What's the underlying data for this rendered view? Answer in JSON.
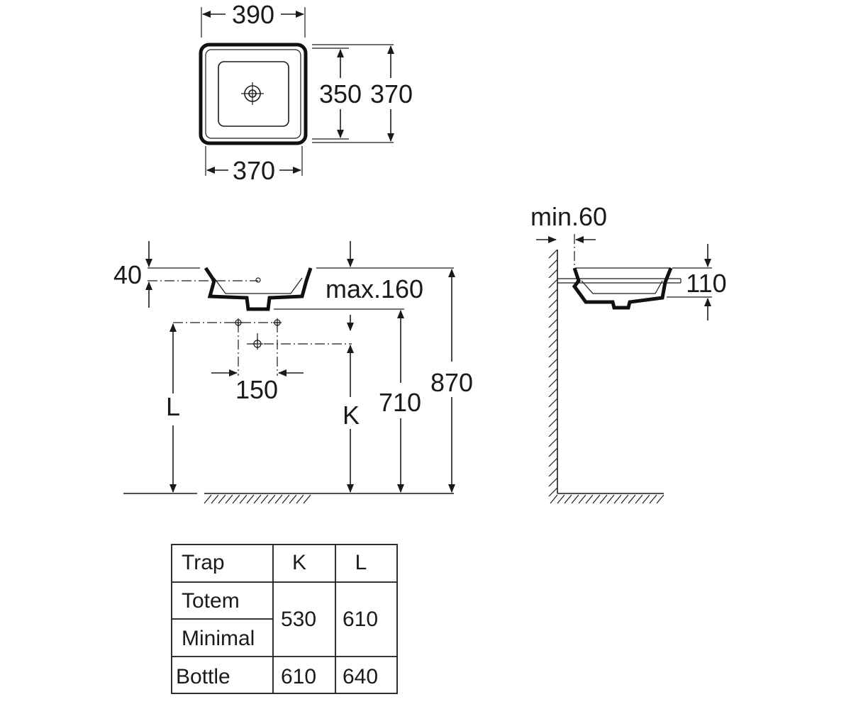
{
  "top_view": {
    "width_outer": "390",
    "width_bottom": "370",
    "depth_inner": "350",
    "depth_outer": "370"
  },
  "front_view": {
    "rim_height": "40",
    "max_label": "max.160",
    "tap_spacing": "150",
    "label_L": "L",
    "label_K": "K",
    "height_710": "710",
    "height_870": "870"
  },
  "side_view": {
    "wall_min": "min.60",
    "height_110": "110"
  },
  "table": {
    "headers": [
      "Trap",
      "K",
      "L"
    ],
    "rows": [
      {
        "trap": "Totem"
      },
      {
        "trap": "Minimal"
      }
    ],
    "merged_K": "530",
    "merged_L": "610",
    "bottle": {
      "trap": "Bottle",
      "K": "610",
      "L": "640"
    }
  }
}
